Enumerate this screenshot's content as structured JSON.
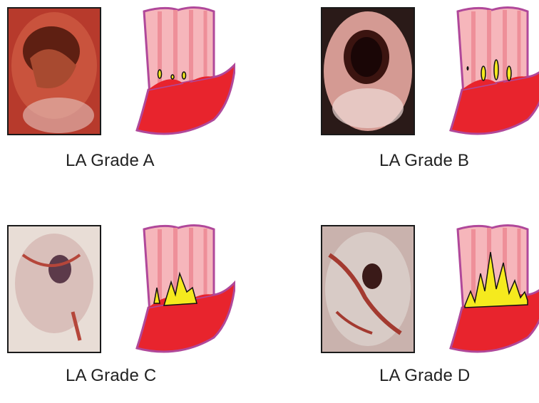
{
  "panels": [
    {
      "id": "a",
      "caption": "LA Grade A"
    },
    {
      "id": "b",
      "caption": "LA Grade B"
    },
    {
      "id": "c",
      "caption": "LA Grade C"
    },
    {
      "id": "d",
      "caption": "LA Grade D"
    }
  ],
  "colors": {
    "esophagus_wall": "#f6b6bb",
    "esophagus_stripe": "#ee8f99",
    "outline": "#b0489a",
    "stomach": "#e8242d",
    "erosion_fill": "#f5ea1e",
    "erosion_outline": "#111111"
  },
  "icons": {
    "endoscopy_photo": "endoscopy-photo-image",
    "schematic": "esophagus-schematic-drawing"
  }
}
